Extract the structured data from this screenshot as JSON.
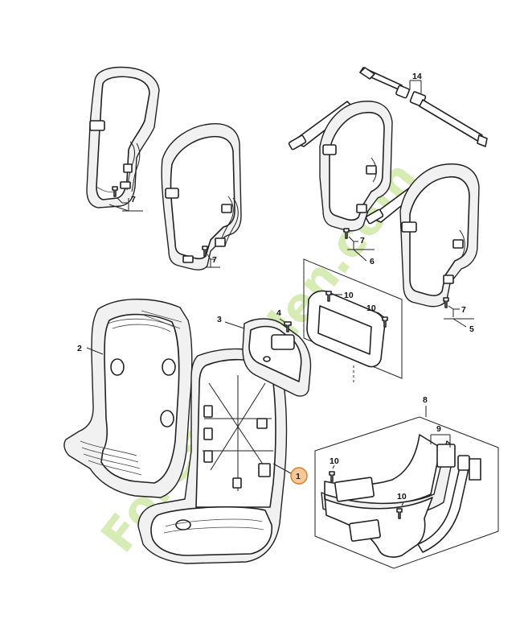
{
  "diagram": {
    "callouts": {
      "c1": "1",
      "c2": "2",
      "c3": "3",
      "c4": "4",
      "c5": "5",
      "c6": "6",
      "c7a": "7",
      "c7b": "7",
      "c7c": "7",
      "c7d": "7",
      "c8": "8",
      "c9": "9",
      "c10a": "10",
      "c10b": "10",
      "c10c": "10",
      "c10d": "10",
      "c14": "14"
    },
    "highlight_color": "#e07a22",
    "watermark": {
      "text": "Forestgarden.com",
      "color": "#cfe9a8"
    }
  }
}
